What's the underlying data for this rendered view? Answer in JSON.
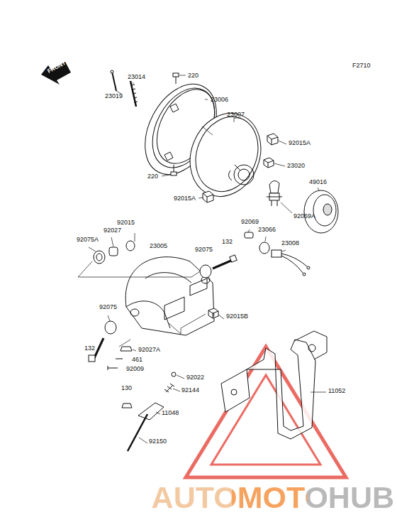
{
  "diagram": {
    "labels": [
      "F2710",
      "FRONT",
      "23019",
      "23014",
      "220",
      "23006",
      "23007",
      "92015A",
      "23020",
      "220",
      "92015A",
      "92069A",
      "49016",
      "92015",
      "92027",
      "92075A",
      "23005",
      "92075",
      "132",
      "92069",
      "23066",
      "23008",
      "92075",
      "92015B",
      "132",
      "92027A",
      "461",
      "92009",
      "92022",
      "130",
      "92144",
      "11048",
      "11052",
      "92150",
      "AUTOMOTOHUB"
    ]
  }
}
